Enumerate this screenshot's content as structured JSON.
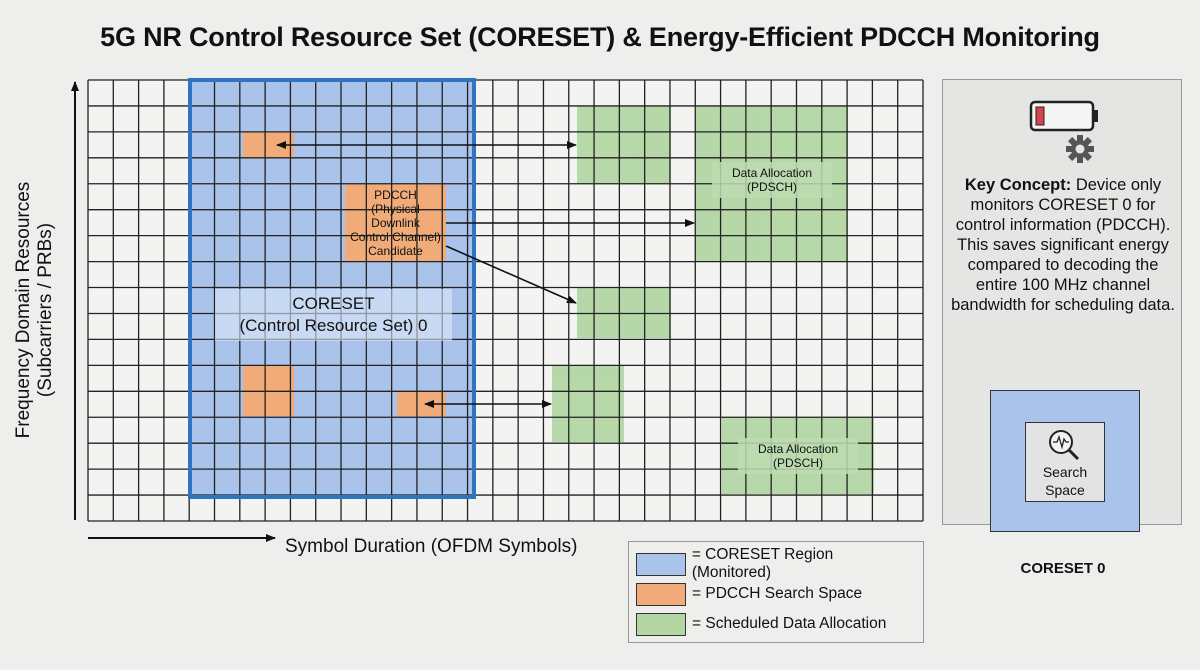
{
  "title": "5G NR Control Resource Set (CORESET) & Energy-Efficient PDCCH Monitoring",
  "axes": {
    "y_label_line1": "Frequency Domain Resources",
    "y_label_line2": "(Subcarriers / PRBs)",
    "x_label": "Symbol Duration (OFDM Symbols)"
  },
  "coreset_region": {
    "label_line1": "CORESET",
    "label_line2": "(Control Resource Set) 0"
  },
  "pdcch_candidate": {
    "line1": "PDCCH",
    "line2": "(Physical",
    "line3": "Downlink",
    "line4": "Control Channel)",
    "line5": "Candidate"
  },
  "data_allocations": [
    {
      "line1": "Data Allocation",
      "line2": "(PDSCH)"
    },
    {
      "line1": "Data Allocation",
      "line2": "(PDSCH)"
    }
  ],
  "legend": [
    {
      "label": "= CORESET Region (Monitored)",
      "color": "#a9c3ea"
    },
    {
      "label": "= PDCCH Search Space",
      "color": "#f0ab78"
    },
    {
      "label": "= Scheduled Data Allocation",
      "color": "#b3d6a3"
    }
  ],
  "panel": {
    "key_label": "Key Concept:",
    "key_text": " Device only monitors CORESET 0 for control information (PDCCH). This saves significant energy compared to decoding the entire 100 MHz channel bandwidth for scheduling data.",
    "search_space_line1": "Search",
    "search_space_line2": "Space",
    "caption": "CORESET 0",
    "battery_icon": "battery-low-icon",
    "gear_icon": "gear-icon",
    "search_icon": "magnifier-waveform-icon"
  },
  "colors": {
    "coreset": "#a9c3ea",
    "coreset_border": "#2f74c0",
    "pdcch": "#f0ab78",
    "data": "#b3d6a3",
    "battery_low": "#d9434f"
  }
}
